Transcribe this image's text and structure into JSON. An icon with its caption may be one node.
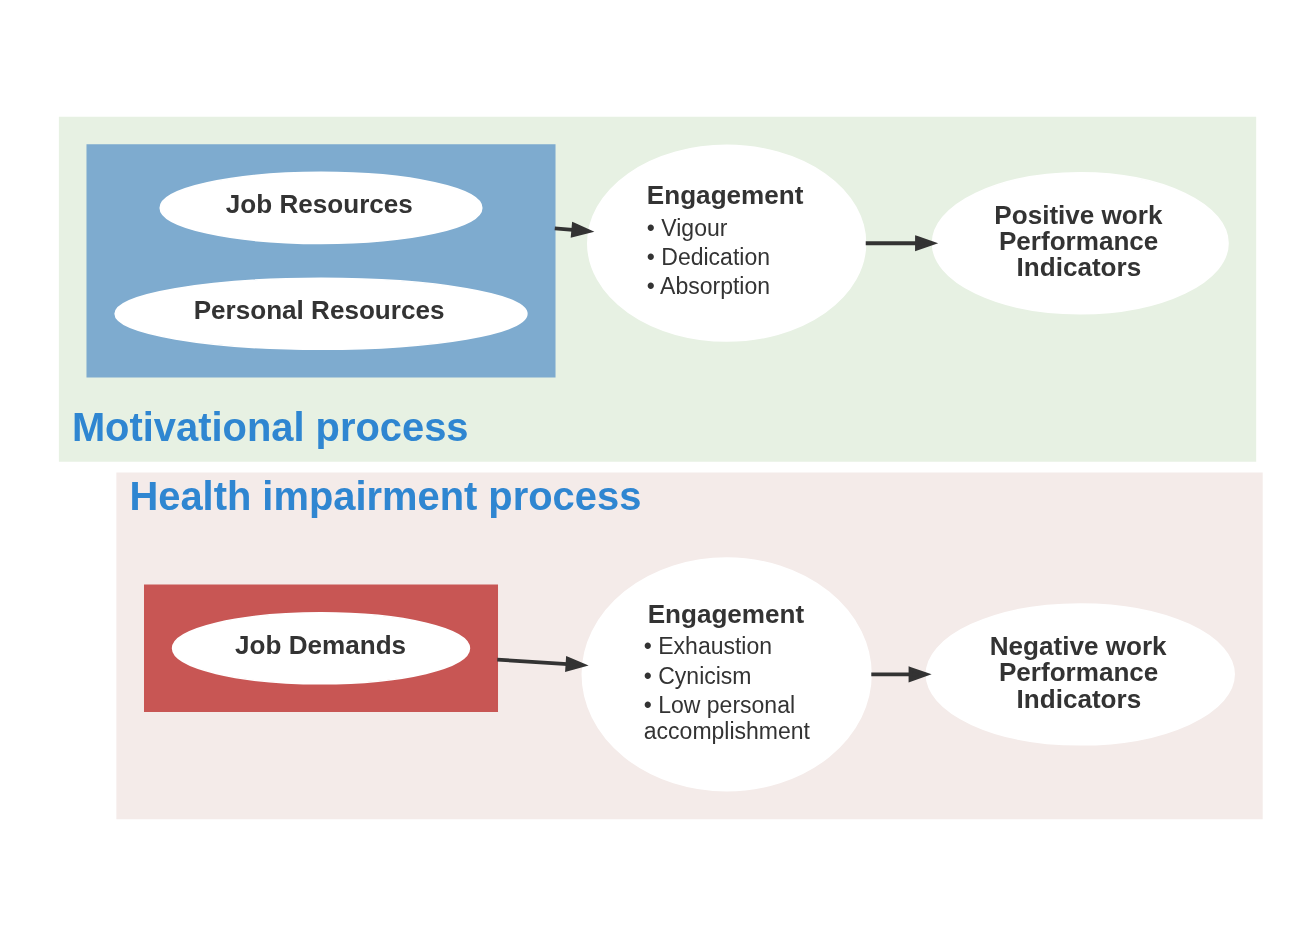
{
  "diagram": {
    "nodes": [
      {
        "text": [
          "Health impairment process"
        ]
      },
      {
        "text": [],
        "shape": "box",
        "in": 0
      },
      {
        "text": [
          "Job Demands"
        ],
        "in": 1
      },
      {
        "text": [
          "Engagement",
          "• Exhaustion",
          "• Cynicism",
          "• Low personal accomplishment"
        ],
        "in": 0
      },
      {
        "text": [
          "Negative work Performance Indicators"
        ],
        "in": 0
      },
      {
        "text": [
          "Motivational process"
        ]
      },
      {
        "text": [],
        "shape": "box",
        "in": 5
      },
      {
        "text": [
          "Job Resources"
        ],
        "in": 6
      },
      {
        "text": [
          "Personal Resources"
        ],
        "in": 6
      },
      {
        "text": [
          "Engagement",
          "• Vigour",
          "• Dedication",
          "• Absorption"
        ],
        "in": 5
      },
      {
        "text": [
          "Positive work Performance Indicators"
        ],
        "in": 5
      }
    ],
    "edges": [
      {
        "from": 1,
        "to": 3,
        "arrow": "to"
      },
      {
        "from": 3,
        "to": 4,
        "arrow": "to"
      },
      {
        "from": 6,
        "to": 9,
        "arrow": "to"
      },
      {
        "from": 9,
        "to": 10,
        "arrow": "to"
      }
    ]
  }
}
